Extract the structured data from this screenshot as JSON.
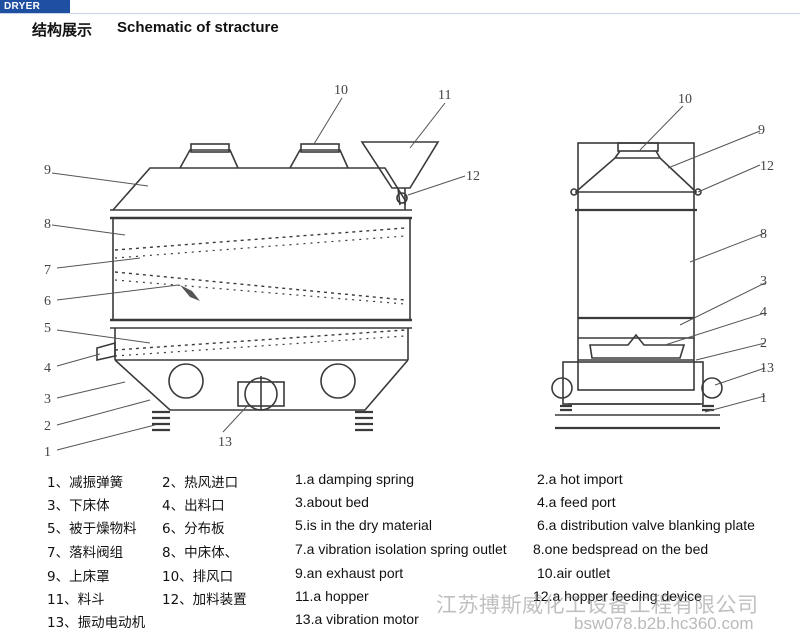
{
  "header": {
    "tag": "DRYER",
    "title_cn": "结构展示",
    "title_en": "Schematic of stracture"
  },
  "diagram": {
    "left_callouts": [
      "9",
      "8",
      "7",
      "6",
      "5",
      "4",
      "3",
      "2",
      "1",
      "10",
      "11",
      "12",
      "13"
    ],
    "right_callouts": [
      "10",
      "9",
      "12",
      "8",
      "3",
      "4",
      "2",
      "13",
      "1"
    ]
  },
  "legend": {
    "cn": [
      "1、减振弹簧",
      "2、热风进口",
      "3、下床体",
      "4、出料口",
      "5、被于燥物料",
      "6、分布板",
      "7、落料阀组",
      "8、中床体、",
      "9、上床罩",
      "10、排风口",
      "11、料斗",
      "12、加料装置",
      "13、振动电动机"
    ],
    "en": [
      "1.a damping spring",
      "2.a hot import",
      "3.about bed",
      "4.a feed port",
      "5.is in the dry material",
      "6.a distribution valve blanking plate",
      "7.a vibration isolation spring outlet",
      "8.one bedspread on the bed",
      "9.an exhaust port",
      "10.air outlet",
      "11.a hopper",
      "12.a hopper feeding device",
      "13.a vibration motor"
    ]
  },
  "watermark": {
    "company": "江苏搏斯威化工设备工程有限公司",
    "site": "bsw078.b2b.hc360.com"
  }
}
